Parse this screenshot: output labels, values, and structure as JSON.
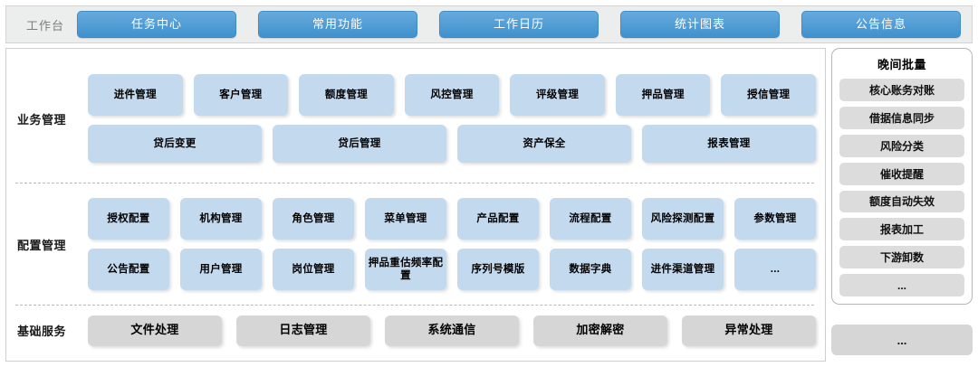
{
  "topbar": {
    "label": "工作台",
    "tabs": [
      {
        "label": "任务中心"
      },
      {
        "label": "常用功能"
      },
      {
        "label": "工作日历"
      },
      {
        "label": "统计图表"
      },
      {
        "label": "公告信息"
      }
    ]
  },
  "sections": [
    {
      "label": "业务管理",
      "rows": [
        [
          "进件管理",
          "客户管理",
          "额度管理",
          "风控管理",
          "评级管理",
          "押品管理",
          "授信管理"
        ],
        [
          "贷后变更",
          "贷后管理",
          "资产保全",
          "报表管理"
        ]
      ]
    },
    {
      "label": "配置管理",
      "rows": [
        [
          "授权配置",
          "机构管理",
          "角色管理",
          "菜单管理",
          "产品配置",
          "流程配置",
          "风险探测配置",
          "参数管理"
        ],
        [
          "公告配置",
          "用户管理",
          "岗位管理",
          "押品重估频率配置",
          "序列号模版",
          "数据字典",
          "进件渠道管理",
          "..."
        ]
      ]
    },
    {
      "label": "基础服务",
      "rows": [
        [
          "文件处理",
          "日志管理",
          "系统通信",
          "加密解密",
          "异常处理"
        ]
      ]
    }
  ],
  "batch_panel": {
    "title": "晚间批量",
    "items": [
      "核心账务对账",
      "借据信息同步",
      "风险分类",
      "催收提醒",
      "额度自动失效",
      "报表加工",
      "下游卸数",
      "..."
    ],
    "more_label": "..."
  },
  "colors": {
    "tab_blue": "#4a97cf",
    "tile_blue": "#c3d9ee",
    "tile_gray": "#d6d6d6",
    "topbar_bg": "#eceded"
  }
}
